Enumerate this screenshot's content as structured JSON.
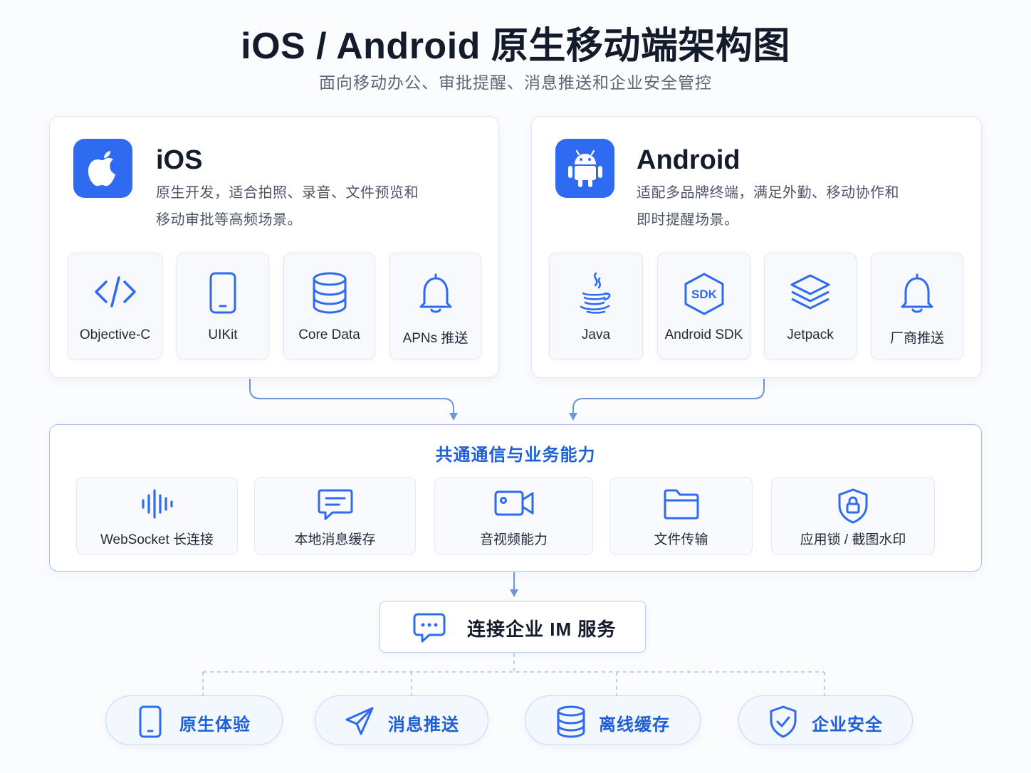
{
  "header": {
    "title": "iOS / Android 原生移动端架构图",
    "subtitle": "面向移动办公、审批提醒、消息推送和企业安全管控"
  },
  "platforms": {
    "ios": {
      "name": "iOS",
      "logo_icon": "apple-icon",
      "desc_line1": "原生开发，适合拍照、录音、文件预览和",
      "desc_line2": "移动审批等高频场景。",
      "techs": [
        {
          "label": "Objective-C",
          "icon": "code-icon"
        },
        {
          "label": "UIKit",
          "icon": "phone-icon"
        },
        {
          "label": "Core Data",
          "icon": "database-icon"
        },
        {
          "label": "APNs 推送",
          "icon": "bell-icon"
        }
      ]
    },
    "android": {
      "name": "Android",
      "logo_icon": "android-icon",
      "desc_line1": "适配多品牌终端，满足外勤、移动协作和",
      "desc_line2": "即时提醒场景。",
      "techs": [
        {
          "label": "Java",
          "icon": "java-cup-icon"
        },
        {
          "label": "Android SDK",
          "icon": "sdk-hexagon-icon",
          "badge": "SDK"
        },
        {
          "label": "Jetpack",
          "icon": "layers-icon"
        },
        {
          "label": "厂商推送",
          "icon": "bell-icon"
        }
      ]
    }
  },
  "capabilities": {
    "title": "共通通信与业务能力",
    "items": [
      {
        "label": "WebSocket 长连接",
        "icon": "waveform-icon"
      },
      {
        "label": "本地消息缓存",
        "icon": "message-icon"
      },
      {
        "label": "音视频能力",
        "icon": "video-camera-icon"
      },
      {
        "label": "文件传输",
        "icon": "folder-icon"
      },
      {
        "label": "应用锁 / 截图水印",
        "icon": "shield-lock-icon"
      }
    ]
  },
  "im_service": {
    "label": "连接企业 IM 服务",
    "icon": "chat-bubble-icon"
  },
  "benefits": [
    {
      "label": "原生体验",
      "icon": "phone-icon"
    },
    {
      "label": "消息推送",
      "icon": "paper-plane-icon"
    },
    {
      "label": "离线缓存",
      "icon": "database-icon"
    },
    {
      "label": "企业安全",
      "icon": "shield-check-icon"
    }
  ],
  "colors": {
    "accent": "#2f6bf0",
    "accent_text": "#1f5fd6",
    "connector": "#6f95da"
  }
}
